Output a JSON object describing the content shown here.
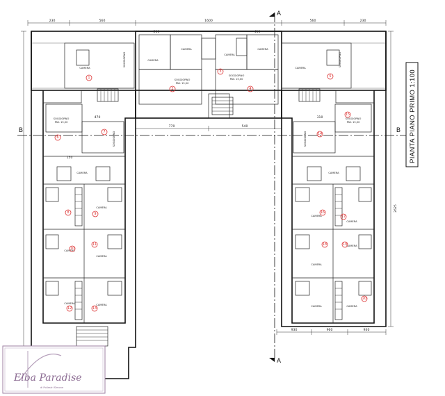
{
  "drawing": {
    "title": "PIANTA PIANO PRIMO  1:100",
    "section_marks": {
      "a": "A",
      "b": "B"
    }
  },
  "dimensions": {
    "top": [
      "230",
      "560",
      "1600",
      "560",
      "230"
    ],
    "bottom": [
      "930",
      "960",
      "930"
    ],
    "mid": [
      "770",
      "540"
    ],
    "right": [
      "2625"
    ],
    "misc": [
      "210",
      "410",
      "470",
      "310",
      "150"
    ]
  },
  "room_labels": {
    "camera": "CAMERA",
    "camera_num": "2",
    "soggiorno": "SOGGIORNO",
    "area": "PAV. 15,00"
  },
  "room_numbers": [
    "1",
    "2",
    "3",
    "4",
    "5",
    "6",
    "7",
    "8",
    "9",
    "10",
    "11",
    "12",
    "13",
    "14",
    "15",
    "16",
    "17",
    "18",
    "19",
    "20"
  ],
  "logo": {
    "brand": "Elba Paradise",
    "sub": "di Pollastri Simone"
  },
  "colors": {
    "line": "#111111",
    "room_marker": "#dd3333",
    "logo": "#8c6c93"
  }
}
